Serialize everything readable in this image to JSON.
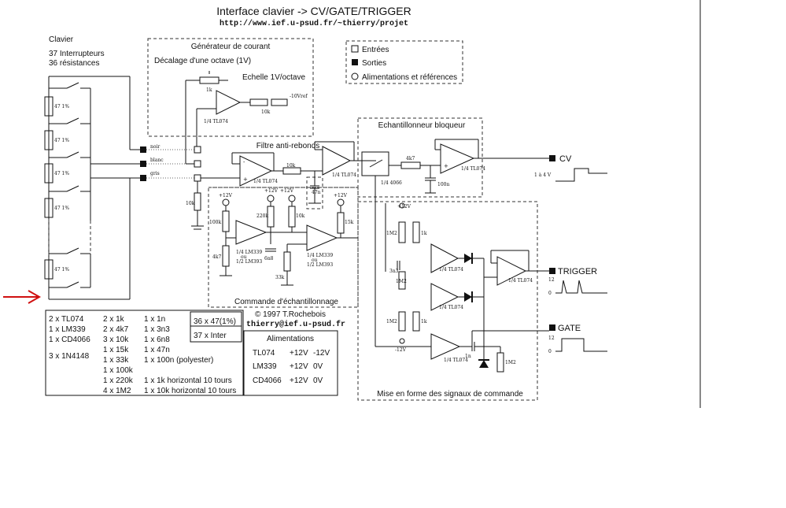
{
  "header": {
    "title": "Interface clavier -> CV/GATE/TRIGGER",
    "url": "http://www.ief.u-psud.fr/~thierry/projet"
  },
  "keyboard": {
    "title": "Clavier",
    "line1": "37 Interrupteurs",
    "line2": "36 résistances",
    "resistor_label": "47 1%",
    "wire_labels": [
      "noir",
      "blanc",
      "gris"
    ]
  },
  "current_generator": {
    "title": "Générateur de courant",
    "offset_label": "Décalage d'une octave (1V)",
    "scale_label": "Echelle 1V/octave",
    "pot_1k": "1k",
    "pot_10k": "10k",
    "ref_label": "-10Vref",
    "opamp_label": "1/4 TL074",
    "resistor_10k": "10k"
  },
  "legend": {
    "inputs": "Entrées",
    "outputs": "Sorties",
    "supplies": "Alimentations et références"
  },
  "filter": {
    "title": "Filtre anti-rebonds",
    "opamp1": "1/4 TL074",
    "opamp2": "1/4 TL074",
    "r10k": "10k",
    "c47n": "47n"
  },
  "sample_hold": {
    "title": "Echantillonneur bloqueur",
    "switch_label": "1/4 4066",
    "r4k7": "4k7",
    "c100n": "100n",
    "opamp": "1/4 TL074"
  },
  "sampling_control": {
    "title": "Commande d'échantillonnage",
    "plus12": "+12V",
    "r100k": "100k",
    "r4k7": "4k7",
    "r220k": "220k",
    "r10k": "10k",
    "r15k": "15k",
    "r33k": "33k",
    "c6n8": "6n8",
    "comp1": [
      "1/4 LM339",
      "ou",
      "1/2 LM393"
    ],
    "comp2": [
      "1/4 LM339",
      "ou",
      "1/2 LM393"
    ]
  },
  "shaping": {
    "title": "Mise en forme des signaux de commande",
    "r1m2": "1M2",
    "r1k": "1k",
    "c3n3": "3n3",
    "c1n": "1n",
    "minus12": "-12V",
    "opamp": "1/4 TL074"
  },
  "outputs": {
    "cv": "CV",
    "cv_range": "1 à 4 V",
    "trigger": "TRIGGER",
    "gate": "GATE",
    "level_high": "12",
    "level_low": "0"
  },
  "credits": {
    "copyright": "© 1997 T.Rochebois",
    "email": "thierry@ief.u-psud.fr"
  },
  "bom": {
    "col1": [
      "2 x TL074",
      "1 x LM339",
      "1 x CD4066",
      "3 x 1N4148"
    ],
    "col2": [
      "2 x 1k",
      "2 x 4k7",
      "3 x 10k",
      "1 x 15k",
      "1 x 33k",
      "1 x 100k",
      "1 x 220k",
      "4 x 1M2"
    ],
    "col3": [
      "1 x 1n",
      "1 x 3n3",
      "1 x 6n8",
      "1 x 47n",
      "1 x 100n (polyester)",
      "",
      "1 x 1k horizontal 10 tours",
      "1 x 10k horizontal 10 tours"
    ],
    "box1": "36 x 47(1%)",
    "box2": "37 x Inter"
  },
  "supplies": {
    "title": "Alimentations",
    "rows": [
      {
        "part": "TL074",
        "pos": "+12V",
        "neg": "-12V"
      },
      {
        "part": "LM339",
        "pos": "+12V",
        "neg": "0V"
      },
      {
        "part": "CD4066",
        "pos": "+12V",
        "neg": "0V"
      }
    ]
  },
  "colors": {
    "ink": "#111111",
    "annotation_arrow": "#d01010"
  }
}
